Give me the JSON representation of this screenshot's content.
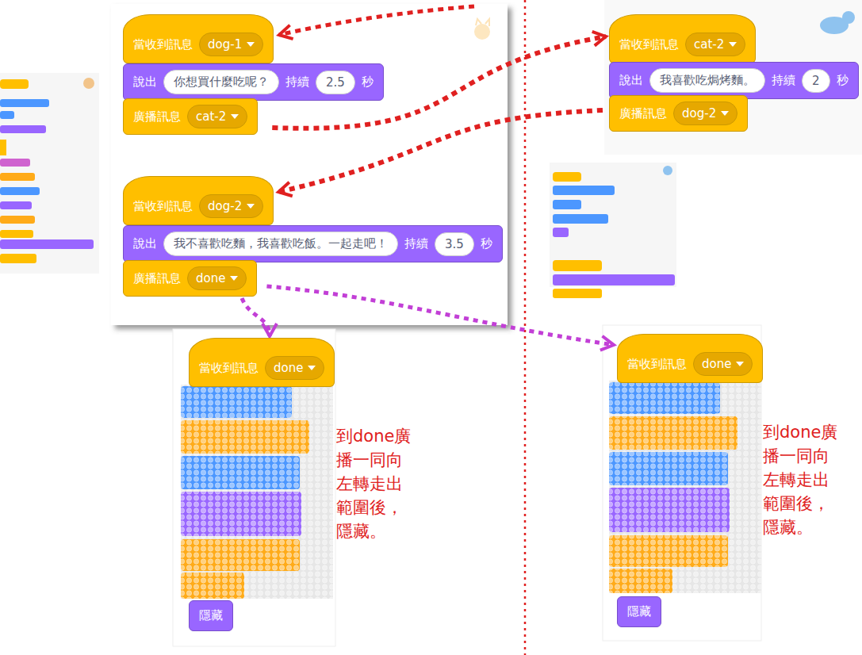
{
  "diagram": {
    "nodes": [
      {
        "text": [
          "當收到訊息",
          "dog-1"
        ]
      },
      {
        "text": [
          "說出",
          "你想買什麼吃呢？",
          "持續",
          "2.5",
          "秒"
        ]
      },
      {
        "text": [
          "廣播訊息",
          "cat-2"
        ]
      },
      {
        "text": [
          "當收到訊息",
          "dog-2"
        ]
      },
      {
        "text": [
          "說出",
          "我不喜歡吃麵，我喜歡吃飯。一起走吧！",
          "持續",
          "3.5",
          "秒"
        ]
      },
      {
        "text": [
          "廣播訊息",
          "done"
        ]
      },
      {
        "text": [
          "當收到訊息",
          "cat-2"
        ]
      },
      {
        "text": [
          "說出",
          "我喜歡吃焗烤麵。",
          "持續",
          "2",
          "秒"
        ]
      },
      {
        "text": [
          "廣播訊息",
          "dog-2"
        ]
      },
      {
        "text": [
          "當收到訊息",
          "done"
        ]
      },
      {
        "text": [
          "隱藏"
        ]
      },
      {
        "text": [
          "當收到訊息",
          "done"
        ]
      },
      {
        "text": [
          "隱藏"
        ]
      }
    ],
    "edges": [
      {
        "from": 2,
        "to": 6,
        "arrow": "to"
      },
      {
        "from": 8,
        "to": 3,
        "arrow": "to"
      },
      {
        "from": 5,
        "to": 9,
        "arrow": "to"
      },
      {
        "from": 5,
        "to": 11,
        "arrow": "to"
      }
    ],
    "labels": [
      "到done廣播一同向左轉走出範圍後，隱藏。",
      "到done廣播一同向左轉走出範圍後，隱藏。"
    ]
  }
}
